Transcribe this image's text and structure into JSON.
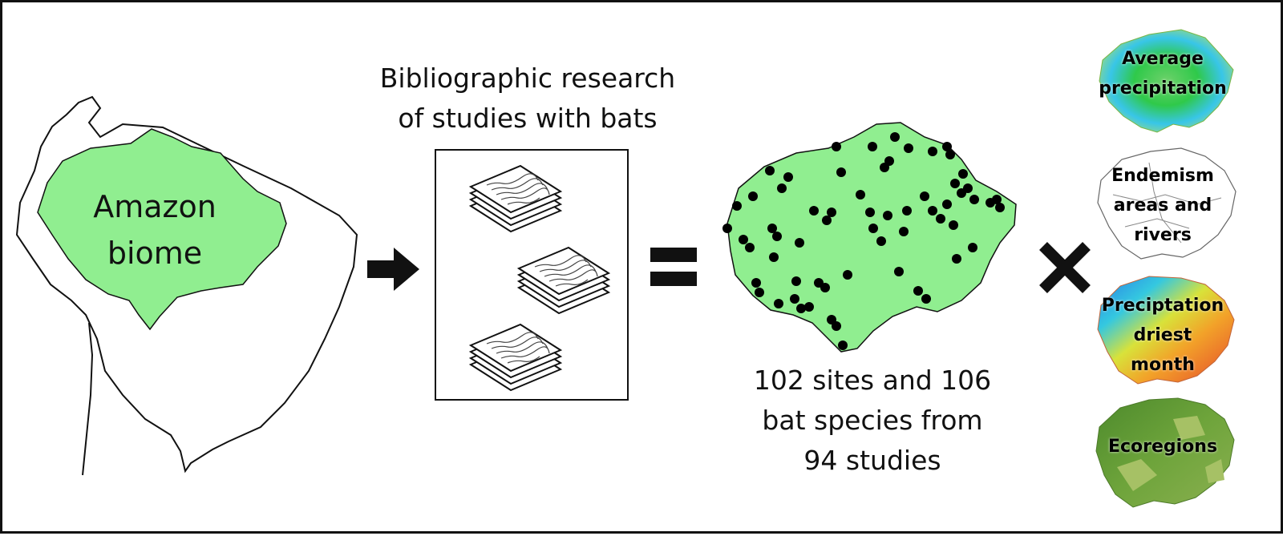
{
  "left_map": {
    "line1": "Amazon",
    "line2": "biome",
    "fill": "#90EE90"
  },
  "research": {
    "line1": "Bibliographic research",
    "line2": "of studies with bats"
  },
  "result": {
    "line1": "102 sites and 106",
    "line2": "bat species from",
    "line3": "94 studies"
  },
  "layers": [
    {
      "line1": "Average",
      "line2": "precipitation"
    },
    {
      "line1": "Endemism",
      "line2": "areas and",
      "line3": "rivers"
    },
    {
      "line1": "Preciptation",
      "line2": "driest",
      "line3": "month"
    },
    {
      "line1": "Ecoregions"
    }
  ],
  "colors": {
    "biome": "#90EE90",
    "outline": "#000000",
    "points": "#000000"
  },
  "icons": {
    "arrow": "right-arrow-icon",
    "equals": "equals-icon",
    "times": "multiply-icon",
    "papers": "paper-stack-icon"
  }
}
